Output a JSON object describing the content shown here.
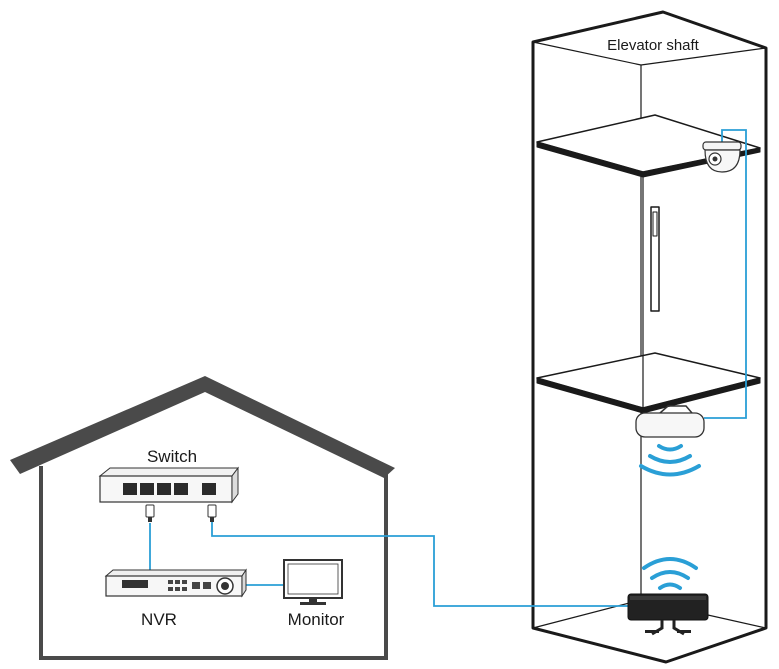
{
  "labels": {
    "elevator_shaft": "Elevator shaft",
    "switch": "Switch",
    "nvr": "NVR",
    "monitor": "Monitor"
  },
  "colors": {
    "cable": "#2a9fd6",
    "house": "#4a4a4a",
    "outline": "#1a1a1a",
    "device_dark": "#222222"
  },
  "icons": {
    "switch": "network-switch-icon",
    "nvr": "nvr-recorder-icon",
    "monitor": "monitor-icon",
    "camera": "dome-camera-icon",
    "bridge_top": "wireless-bridge-icon",
    "bridge_bottom": "wireless-bridge-icon",
    "wifi": "wifi-signal-icon"
  }
}
